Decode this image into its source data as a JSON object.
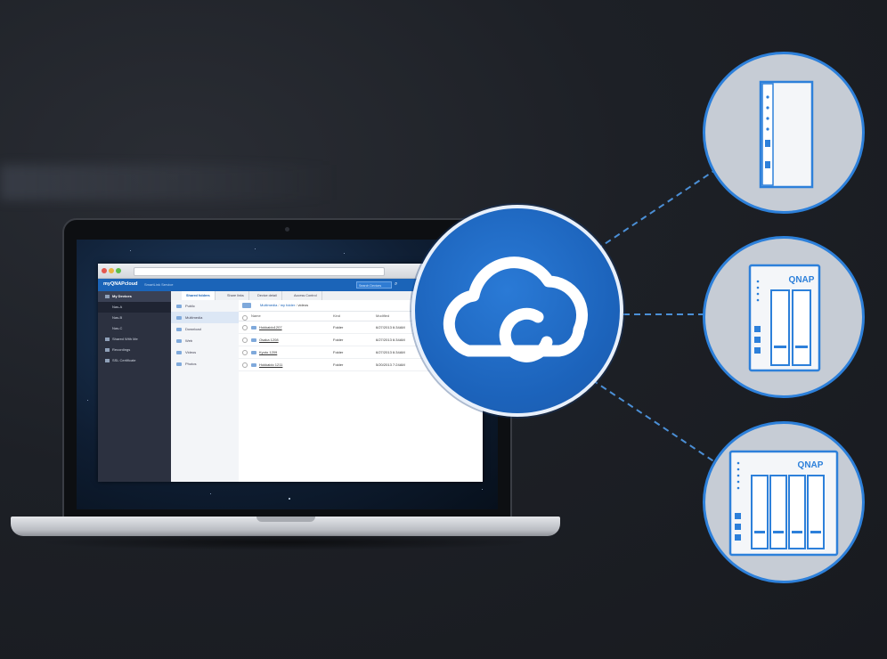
{
  "browser": {
    "app_logo": "myQNAPcloud",
    "app_subtitle": "SmartLink Service",
    "search_placeholder": "Search Devices"
  },
  "sidebar": {
    "items": [
      {
        "label": "My Devices",
        "type": "head"
      },
      {
        "label": "Nas-A",
        "type": "sub",
        "active": true
      },
      {
        "label": "Nas-B",
        "type": "sub"
      },
      {
        "label": "Nas-C",
        "type": "sub"
      },
      {
        "label": "Shared With Me",
        "type": "normal"
      },
      {
        "label": "Recordings",
        "type": "normal"
      },
      {
        "label": "SSL Certificate",
        "type": "normal"
      }
    ]
  },
  "tabs": [
    "Shared folders",
    "Share links",
    "Device detail",
    "Access Control"
  ],
  "folders": [
    "Public",
    "Multimedia",
    "Download",
    "Web",
    "Videos",
    "Photos"
  ],
  "breadcrumb": [
    "Multimedia",
    "my folder",
    "videos"
  ],
  "file_table": {
    "columns": [
      "Name",
      "Kind",
      "Modified"
    ],
    "rows": [
      {
        "name": "Hokkaido1207",
        "kind": "Folder",
        "modified": "6/27/2013 6:34AM"
      },
      {
        "name": "Osaka 1208",
        "kind": "Folder",
        "modified": "6/27/2013 6:34AM"
      },
      {
        "name": "Kyoto 1209",
        "kind": "Folder",
        "modified": "6/27/2013 6:34AM"
      },
      {
        "name": "Hokkaido 1211",
        "kind": "Folder",
        "modified": "5/20/2013 7:24AM"
      }
    ]
  },
  "devices": [
    {
      "icon": "single-bay-nas-icon",
      "brand": ""
    },
    {
      "icon": "two-bay-nas-icon",
      "brand": "QNAP"
    },
    {
      "icon": "four-bay-nas-icon",
      "brand": "QNAP"
    }
  ],
  "colors": {
    "accent": "#1c63bb",
    "device_line": "#2d80da",
    "device_fill": "#c6ccd5"
  }
}
